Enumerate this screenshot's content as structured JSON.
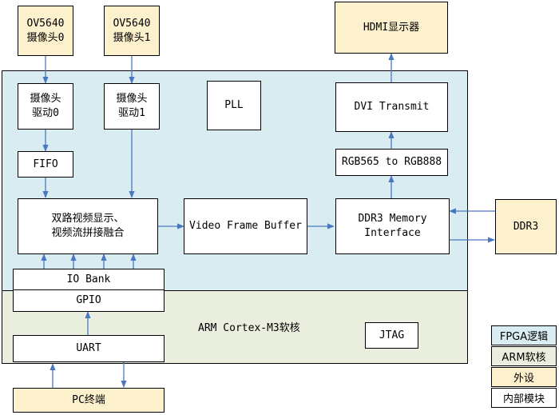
{
  "colors": {
    "fpga_logic": "#d9ecf2",
    "arm_core": "#e9eedf",
    "peripheral": "#fdf0cc",
    "internal_module": "#ffffff",
    "arrow": "#4a78c0"
  },
  "blocks": {
    "camera0": "OV5640\n摄像头0",
    "camera1": "OV5640\n摄像头1",
    "hdmi_display": "HDMI显示器",
    "camera_driver0": "摄像头\n驱动0",
    "camera_driver1": "摄像头\n驱动1",
    "pll": "PLL",
    "dvi_transmit": "DVI Transmit",
    "fifo": "FIFO",
    "rgb_converter": "RGB565 to RGB888",
    "video_fusion": "双路视频显示、\n视频流拼接融合",
    "frame_buffer": "Video Frame Buffer",
    "ddr3_interface": "DDR3 Memory\nInterface",
    "ddr3": "DDR3",
    "io_bank": "IO Bank",
    "gpio": "GPIO",
    "arm_core": "ARM Cortex-M3软核",
    "jtag": "JTAG",
    "uart": "UART",
    "pc_terminal": "PC终端"
  },
  "legend": [
    {
      "label": "FPGA逻辑",
      "color": "#d9ecf2"
    },
    {
      "label": "ARM软核",
      "color": "#e9eedf"
    },
    {
      "label": "外设",
      "color": "#fdf0cc"
    },
    {
      "label": "内部模块",
      "color": "#ffffff"
    }
  ]
}
